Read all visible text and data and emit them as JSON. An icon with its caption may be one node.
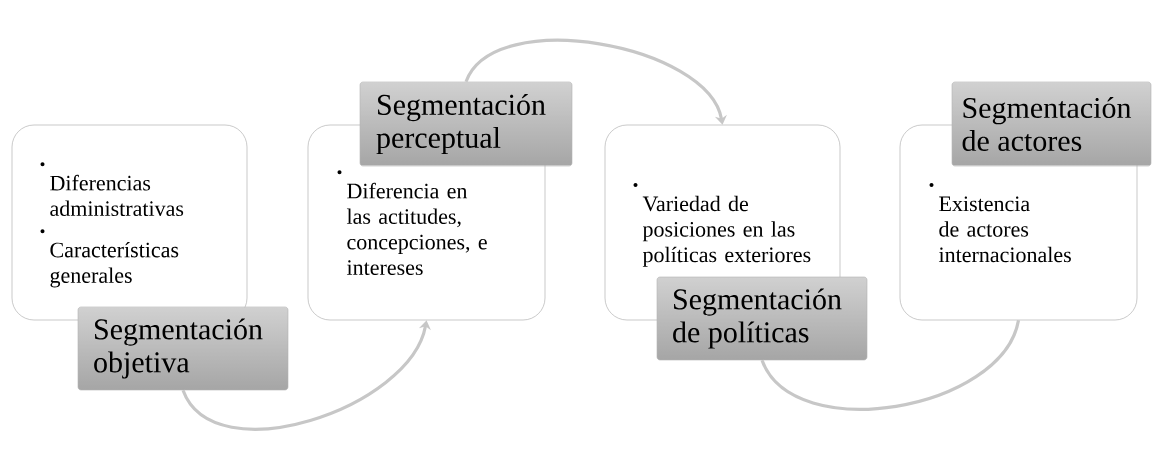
{
  "diagram": {
    "nodes": [
      {
        "text": [
          "Diferencias administrativas",
          "Características generales"
        ]
      },
      {
        "text": [
          "Segmentación objetiva"
        ]
      },
      {
        "text": [
          "Segmentación perceptual"
        ]
      },
      {
        "text": [
          "Diferencia en las actitudes, concepciones, e intereses"
        ]
      },
      {
        "text": [
          "Variedad de posiciones en las políticas exteriores"
        ]
      },
      {
        "text": [
          "Segmentación de políticas"
        ]
      },
      {
        "text": [
          "Segmentación de actores"
        ]
      },
      {
        "text": [
          "Existencia de actores internacionales"
        ]
      }
    ],
    "edges": [
      {
        "from": 1,
        "to": 3,
        "arrow": "to"
      },
      {
        "from": 2,
        "to": 4,
        "arrow": "to"
      },
      {
        "from": 5,
        "to": 7,
        "arrow": "none"
      }
    ]
  }
}
